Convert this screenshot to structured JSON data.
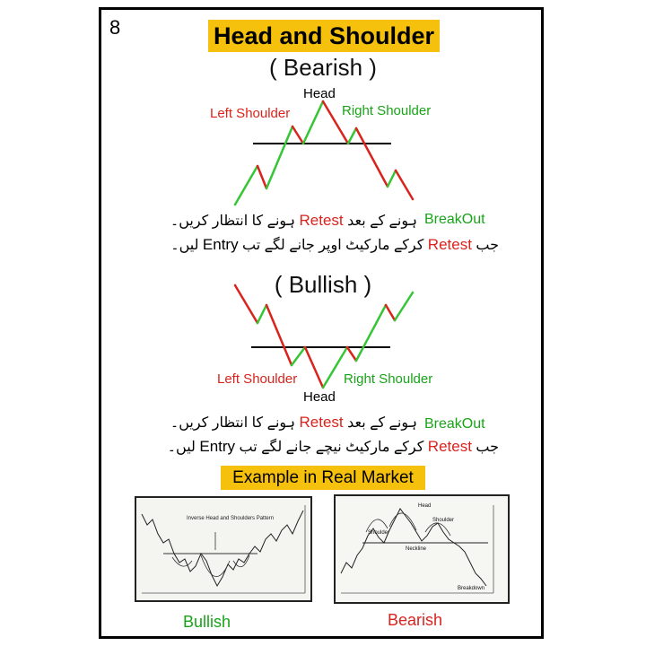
{
  "page_number": "8",
  "title": "Head and Shoulder",
  "bearish": {
    "subtitle": "( Bearish )",
    "head": "Head",
    "left_shoulder": "Left Shoulder",
    "right_shoulder": "Right Shoulder",
    "breakout": "BreakOut",
    "line1_pre": "ہونے کے بعد",
    "line1_kw": "Retest",
    "line1_post": "ہونے کا انتظار کریں۔",
    "line2_a": "جب",
    "line2_kw": "Retest",
    "line2_b": "کرکے مارکیٹ اوپر جانے لگے تب",
    "line2_entry": "Entry",
    "line2_c": "لیں۔"
  },
  "bullish": {
    "subtitle": "( Bullish )",
    "head": "Head",
    "left_shoulder": "Left Shoulder",
    "right_shoulder": "Right Shoulder",
    "breakout": "BreakOut",
    "line1_pre": "ہونے کے بعد",
    "line1_kw": "Retest",
    "line1_post": "ہونے کا انتظار کریں۔",
    "line2_a": "جب",
    "line2_kw": "Retest",
    "line2_b": "کرکے مارکیٹ نیچے جانے لگے تب",
    "line2_entry": "Entry",
    "line2_c": "لیں۔"
  },
  "example_title": "Example in Real Market",
  "examples": {
    "left_caption": "Bullish",
    "left_photo_label": "Inverse Head and Shoulders Pattern",
    "right_caption": "Bearish",
    "right_labels": [
      "Head",
      "Shoulder",
      "Shoulder",
      "Neckline",
      "Breakdown"
    ]
  },
  "colors": {
    "up": "#36c535",
    "down": "#d9231d",
    "accent": "#f6c10c"
  }
}
